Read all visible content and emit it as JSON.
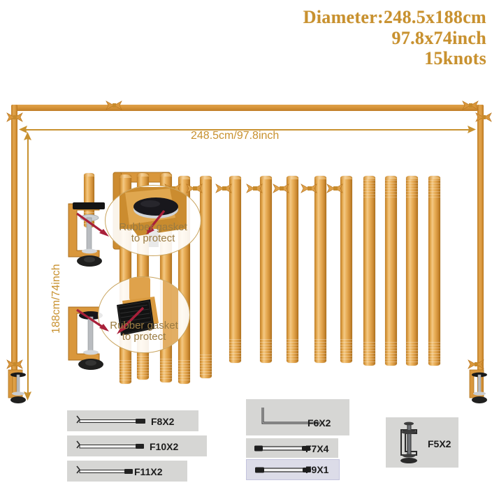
{
  "header": {
    "line1": "Diameter:248.5x188cm",
    "line2": "97.8x74inch",
    "line3": "15knots",
    "color": "#c8912f"
  },
  "dimensions": {
    "width_label": "248.5cm/97.8inch",
    "height_label": "188cm/74inch",
    "color": "#c8912f"
  },
  "callouts": [
    {
      "line1": "Rubber gasket",
      "line2": "to protect",
      "text_color": "#9a7b42",
      "arrow_color": "#a8203a"
    },
    {
      "line1": "Rubber gasket",
      "line2": "to protect",
      "text_color": "#9a7b42",
      "arrow_color": "#a8203a"
    }
  ],
  "parts": {
    "column_left": [
      {
        "label": "F8X2",
        "icon": "long-rod-icon"
      },
      {
        "label": "F10X2",
        "icon": "long-rod-icon"
      },
      {
        "label": "F11X2",
        "icon": "long-rod-icon"
      }
    ],
    "column_middle": [
      {
        "label": "F6X2",
        "icon": "allen-key-icon"
      },
      {
        "label": "F7X4",
        "icon": "short-rod-icon"
      },
      {
        "label": "F9X1",
        "icon": "short-rod-icon"
      }
    ],
    "column_right": [
      {
        "label": "F5X2",
        "icon": "c-clamp-icon"
      }
    ]
  },
  "colors": {
    "pole": "#d9973c",
    "frame": "#c8912f",
    "panel_bg": "#d6d6d4",
    "panel_bg_alt": "#dcdce8",
    "rubber": "#1a1a1a",
    "metal": "#b9bcc0"
  }
}
